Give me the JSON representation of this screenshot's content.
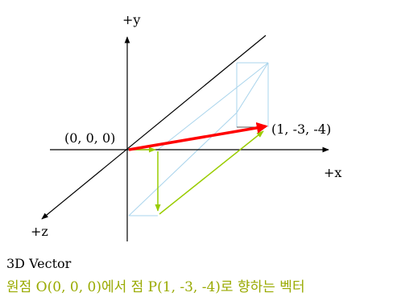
{
  "axes": {
    "y_label": "+y",
    "x_label": "+x",
    "z_label": "+z"
  },
  "points": {
    "origin_label": "(0, 0, 0)",
    "target_label": "(1, -3, -4)"
  },
  "caption": {
    "title": "3D Vector",
    "description": "원점 O(0, 0, 0)에서 점 P(1, -3, -4)로 향하는 벡터"
  },
  "colors": {
    "axis": "#000000",
    "vector": "#ff0000",
    "component": "#99cc00",
    "box": "#a9d4ec",
    "caption_desc": "#99aa00"
  }
}
